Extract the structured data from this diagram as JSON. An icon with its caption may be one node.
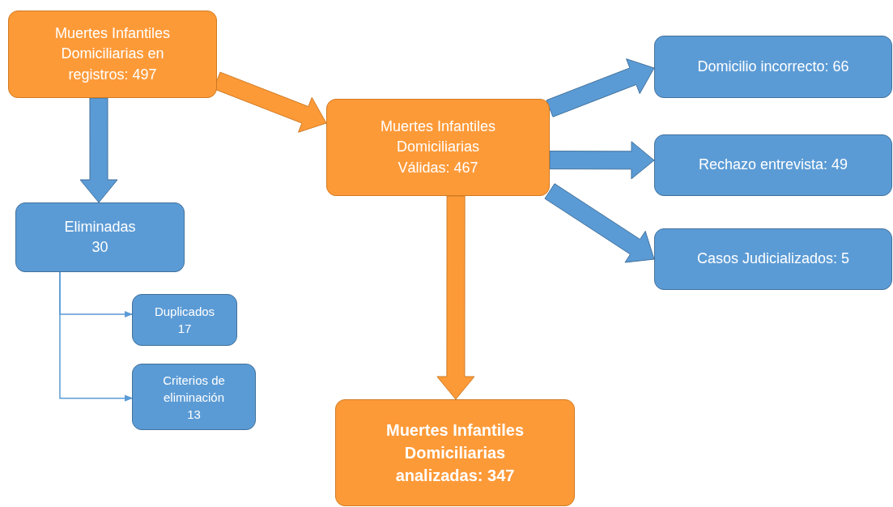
{
  "diagram": {
    "nodes": [
      {
        "text": [
          "Muertes Infantiles Domiciliarias en registros: 497"
        ]
      },
      {
        "text": [
          "Eliminadas 30"
        ]
      },
      {
        "text": [
          "Duplicados 17"
        ]
      },
      {
        "text": [
          "Criterios de eliminación 13"
        ]
      },
      {
        "text": [
          "Muertes Infantiles Domiciliarias Válidas: 467"
        ]
      },
      {
        "text": [
          "Domicilio incorrecto: 66"
        ]
      },
      {
        "text": [
          "Rechazo entrevista: 49"
        ]
      },
      {
        "text": [
          "Casos Judicializados: 5"
        ]
      },
      {
        "text": [
          "Muertes Infantiles Domiciliarias analizadas: 347"
        ]
      }
    ],
    "edges": [
      {
        "from": 0,
        "to": 1,
        "arrow": "to",
        "style": "thick"
      },
      {
        "from": 0,
        "to": 4,
        "arrow": "to",
        "style": "thick",
        "color": "#fd9a38"
      },
      {
        "from": 1,
        "to": 2,
        "arrow": "to"
      },
      {
        "from": 1,
        "to": 3,
        "arrow": "to"
      },
      {
        "from": 4,
        "to": 5,
        "arrow": "to",
        "style": "thick"
      },
      {
        "from": 4,
        "to": 6,
        "arrow": "to",
        "style": "thick"
      },
      {
        "from": 4,
        "to": 7,
        "arrow": "to",
        "style": "thick"
      },
      {
        "from": 4,
        "to": 8,
        "arrow": "to",
        "style": "thick",
        "color": "#fd9a38"
      }
    ]
  }
}
